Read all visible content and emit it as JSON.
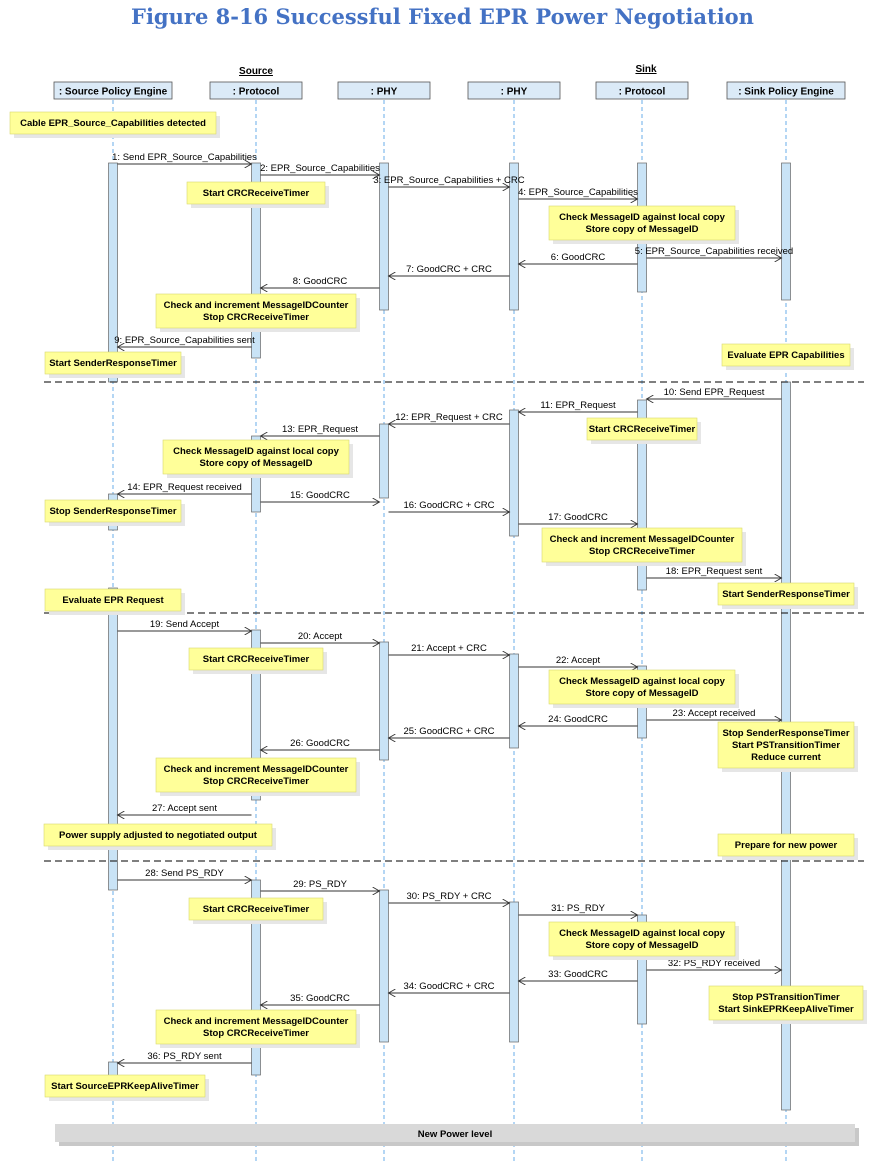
{
  "title": "Figure 8-16 Successful Fixed EPR Power Negotiation",
  "groups": [
    "Source",
    "Sink"
  ],
  "lifelines": [
    ": Source Policy Engine",
    ": Protocol",
    ": PHY",
    ": PHY",
    ": Protocol",
    ": Sink Policy Engine"
  ],
  "messages": [
    "1: Send EPR_Source_Capabilities",
    "2: EPR_Source_Capabilities",
    "3: EPR_Source_Capabilities + CRC",
    "4: EPR_Source_Capabilities",
    "5: EPR_Source_Capabilities received",
    "6: GoodCRC",
    "7: GoodCRC + CRC",
    "8: GoodCRC",
    "9: EPR_Source_Capabilities sent",
    "10: Send EPR_Request",
    "11: EPR_Request",
    "12: EPR_Request + CRC",
    "13: EPR_Request",
    "14: EPR_Request received",
    "15: GoodCRC",
    "16: GoodCRC + CRC",
    "17: GoodCRC",
    "18: EPR_Request sent",
    "19: Send Accept",
    "20: Accept",
    "21: Accept + CRC",
    "22: Accept",
    "23: Accept received",
    "24: GoodCRC",
    "25: GoodCRC + CRC",
    "26: GoodCRC",
    "27: Accept sent",
    "28: Send PS_RDY",
    "29: PS_RDY",
    "30: PS_RDY + CRC",
    "31: PS_RDY",
    "32: PS_RDY received",
    "33: GoodCRC",
    "34: GoodCRC + CRC",
    "35: GoodCRC",
    "36: PS_RDY sent"
  ],
  "notes": [
    "Cable EPR_Source_Capabilities detected",
    "Start CRCReceiveTimer",
    "Check MessageID against local copy",
    "Store copy of MessageID",
    "Check and increment MessageIDCounter",
    "Stop CRCReceiveTimer",
    "Start SenderResponseTimer",
    "Evaluate EPR Capabilities",
    "Start CRCReceiveTimer",
    "Check MessageID against local copy",
    "Store copy of MessageID",
    "Stop SenderResponseTimer",
    "Check and increment MessageIDCounter",
    "Stop CRCReceiveTimer",
    "Start SenderResponseTimer",
    "Evaluate EPR Request",
    "Start CRCReceiveTimer",
    "Check MessageID against local copy",
    "Store copy of MessageID",
    "Stop SenderResponseTimer",
    "Start PSTransitionTimer",
    "Reduce current",
    "Check and increment MessageIDCounter",
    "Stop CRCReceiveTimer",
    "Power supply adjusted to negotiated output",
    "Prepare for new power",
    "Start CRCReceiveTimer",
    "Check MessageID against local copy",
    "Store copy of MessageID",
    "Stop PSTransitionTimer",
    "Start SinkEPRKeepAliveTimer",
    "Check and increment MessageIDCounter",
    "Stop CRCReceiveTimer",
    "Start SourceEPRKeepAliveTimer"
  ],
  "footer": "New Power level",
  "colors": {
    "title": "#4472c4",
    "lifeline_box": "#dbeaf7",
    "activation": "#c9e3f6",
    "note": "#ffff99",
    "note_shadow": "#e6e6e6",
    "footer_bar": "#d9d9d9",
    "lifeline_dash": "#6aaee8"
  }
}
